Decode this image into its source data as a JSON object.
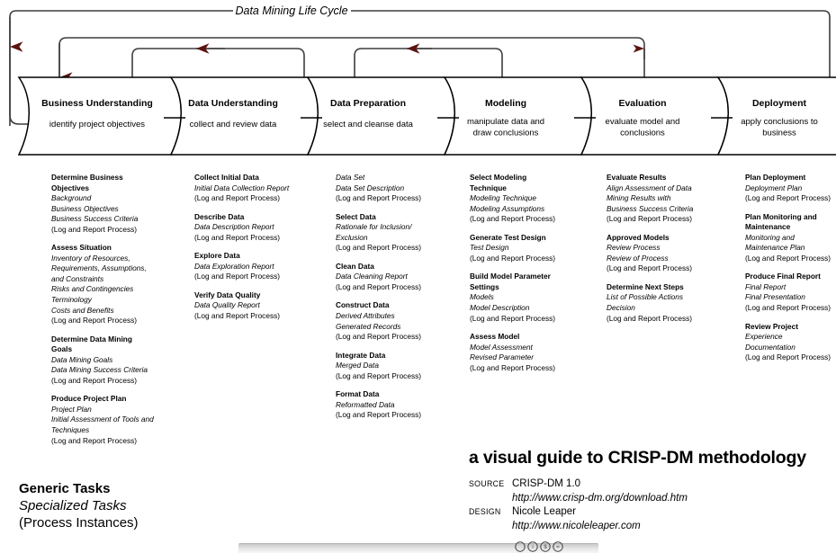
{
  "diagram": {
    "lifecycle_label": "Data Mining Life Cycle",
    "phases": [
      {
        "title": "Business Understanding",
        "subtitle": "identify project objectives"
      },
      {
        "title": "Data Understanding",
        "subtitle": "collect and review data"
      },
      {
        "title": "Data Preparation",
        "subtitle": "select and cleanse data"
      },
      {
        "title": "Modeling",
        "subtitle": "manipulate data and\ndraw conclusions"
      },
      {
        "title": "Evaluation",
        "subtitle": "evaluate model and\nconclusions"
      },
      {
        "title": "Deployment",
        "subtitle": "apply conclusions to\nbusiness"
      }
    ]
  },
  "columns": [
    {
      "phase": "Business Understanding",
      "groups": [
        {
          "generic": "Determine Business\n  Objectives",
          "specialized": "Background\nBusiness Objectives\nBusiness Success Criteria",
          "instance": "(Log and Report Process)"
        },
        {
          "generic": "Assess Situation",
          "specialized": "Inventory of Resources,\n  Requirements, Assumptions,\n  and Constraints\nRisks and Contingencies\nTerminology\nCosts and Benefits",
          "instance": "(Log and Report Process)"
        },
        {
          "generic": "Determine Data Mining\n  Goals",
          "specialized": "Data Mining Goals\nData Mining Success Criteria",
          "instance": "(Log and Report Process)"
        },
        {
          "generic": "Produce Project Plan",
          "specialized": "Project Plan\nInitial Assessment of Tools and\n  Techniques",
          "instance": "(Log and Report Process)"
        }
      ]
    },
    {
      "phase": "Data Understanding",
      "groups": [
        {
          "generic": "Collect Initial Data",
          "specialized": "Initial Data Collection Report",
          "instance": "(Log and Report Process)"
        },
        {
          "generic": "Describe Data",
          "specialized": "Data Description Report",
          "instance": "(Log and Report Process)"
        },
        {
          "generic": "Explore Data",
          "specialized": "Data Exploration Report",
          "instance": "(Log and Report Process)"
        },
        {
          "generic": "Verify Data Quality",
          "specialized": "Data Quality Report",
          "instance": "(Log and Report Process)"
        }
      ]
    },
    {
      "phase": "Data Preparation",
      "groups": [
        {
          "generic": "",
          "specialized": "Data Set\nData Set Description",
          "instance": "(Log and Report Process)"
        },
        {
          "generic": "Select Data",
          "specialized": "Rationale for Inclusion/\n  Exclusion",
          "instance": "(Log and Report Process)"
        },
        {
          "generic": "Clean Data",
          "specialized": "Data Cleaning Report",
          "instance": "(Log and Report Process)"
        },
        {
          "generic": "Construct Data",
          "specialized": "Derived Attributes\nGenerated Records",
          "instance": "(Log and Report Process)"
        },
        {
          "generic": "Integrate Data",
          "specialized": "Merged Data",
          "instance": "(Log and Report Process)"
        },
        {
          "generic": "Format Data",
          "specialized": "Reformatted Data",
          "instance": "(Log and Report Process)"
        }
      ]
    },
    {
      "phase": "Modeling",
      "groups": [
        {
          "generic": "Select Modeling\n  Technique",
          "specialized": "Modeling Technique\nModeling Assumptions",
          "instance": "(Log and Report Process)"
        },
        {
          "generic": "Generate Test Design",
          "specialized": "Test Design",
          "instance": "(Log and Report Process)"
        },
        {
          "generic": "Build Model Parameter\n  Settings",
          "specialized": "Models\nModel Description",
          "instance": "(Log and Report Process)"
        },
        {
          "generic": "Assess Model",
          "specialized": "Model Assessment\nRevised Parameter",
          "instance": "(Log and Report Process)"
        }
      ]
    },
    {
      "phase": "Evaluation",
      "groups": [
        {
          "generic": "Evaluate Results",
          "specialized": "Align Assessment of Data\n  Mining Results with\n  Business Success Criteria",
          "instance": "(Log and Report Process)"
        },
        {
          "generic": "Approved Models",
          "specialized": "Review Process\nReview of Process",
          "instance": "(Log and Report Process)"
        },
        {
          "generic": "Determine Next Steps",
          "specialized": "List of Possible Actions\nDecision",
          "instance": "(Log and Report Process)"
        }
      ]
    },
    {
      "phase": "Deployment",
      "groups": [
        {
          "generic": "Plan Deployment",
          "specialized": "Deployment Plan",
          "instance": "(Log and Report Process)"
        },
        {
          "generic": "Plan Monitoring and\n  Maintenance",
          "specialized": "Monitoring and\nMaintenance Plan",
          "instance": "(Log and Report Process)"
        },
        {
          "generic": "Produce Final Report",
          "specialized": "Final Report\nFinal Presentation",
          "instance": "(Log and Report Process)"
        },
        {
          "generic": "Review Project",
          "specialized": "Experience\nDocumentation",
          "instance": "(Log and Report Process)"
        }
      ]
    }
  ],
  "legend": {
    "generic": "Generic Tasks",
    "specialized": "Specialized Tasks",
    "instance": "(Process Instances)"
  },
  "credits": {
    "title": "a visual guide to CRISP-DM methodology",
    "source_label": "SOURCE",
    "source_value": "CRISP-DM 1.0",
    "source_url": "http://www.crisp-dm.org/download.htm",
    "design_label": "DESIGN",
    "design_value": "Nicole Leaper",
    "design_url": "http://www.nicoleleaper.com"
  },
  "colors": {
    "line": "#3d3d3d",
    "arrowhead": "#5b1410",
    "text": "#000000",
    "background": "#ffffff"
  }
}
